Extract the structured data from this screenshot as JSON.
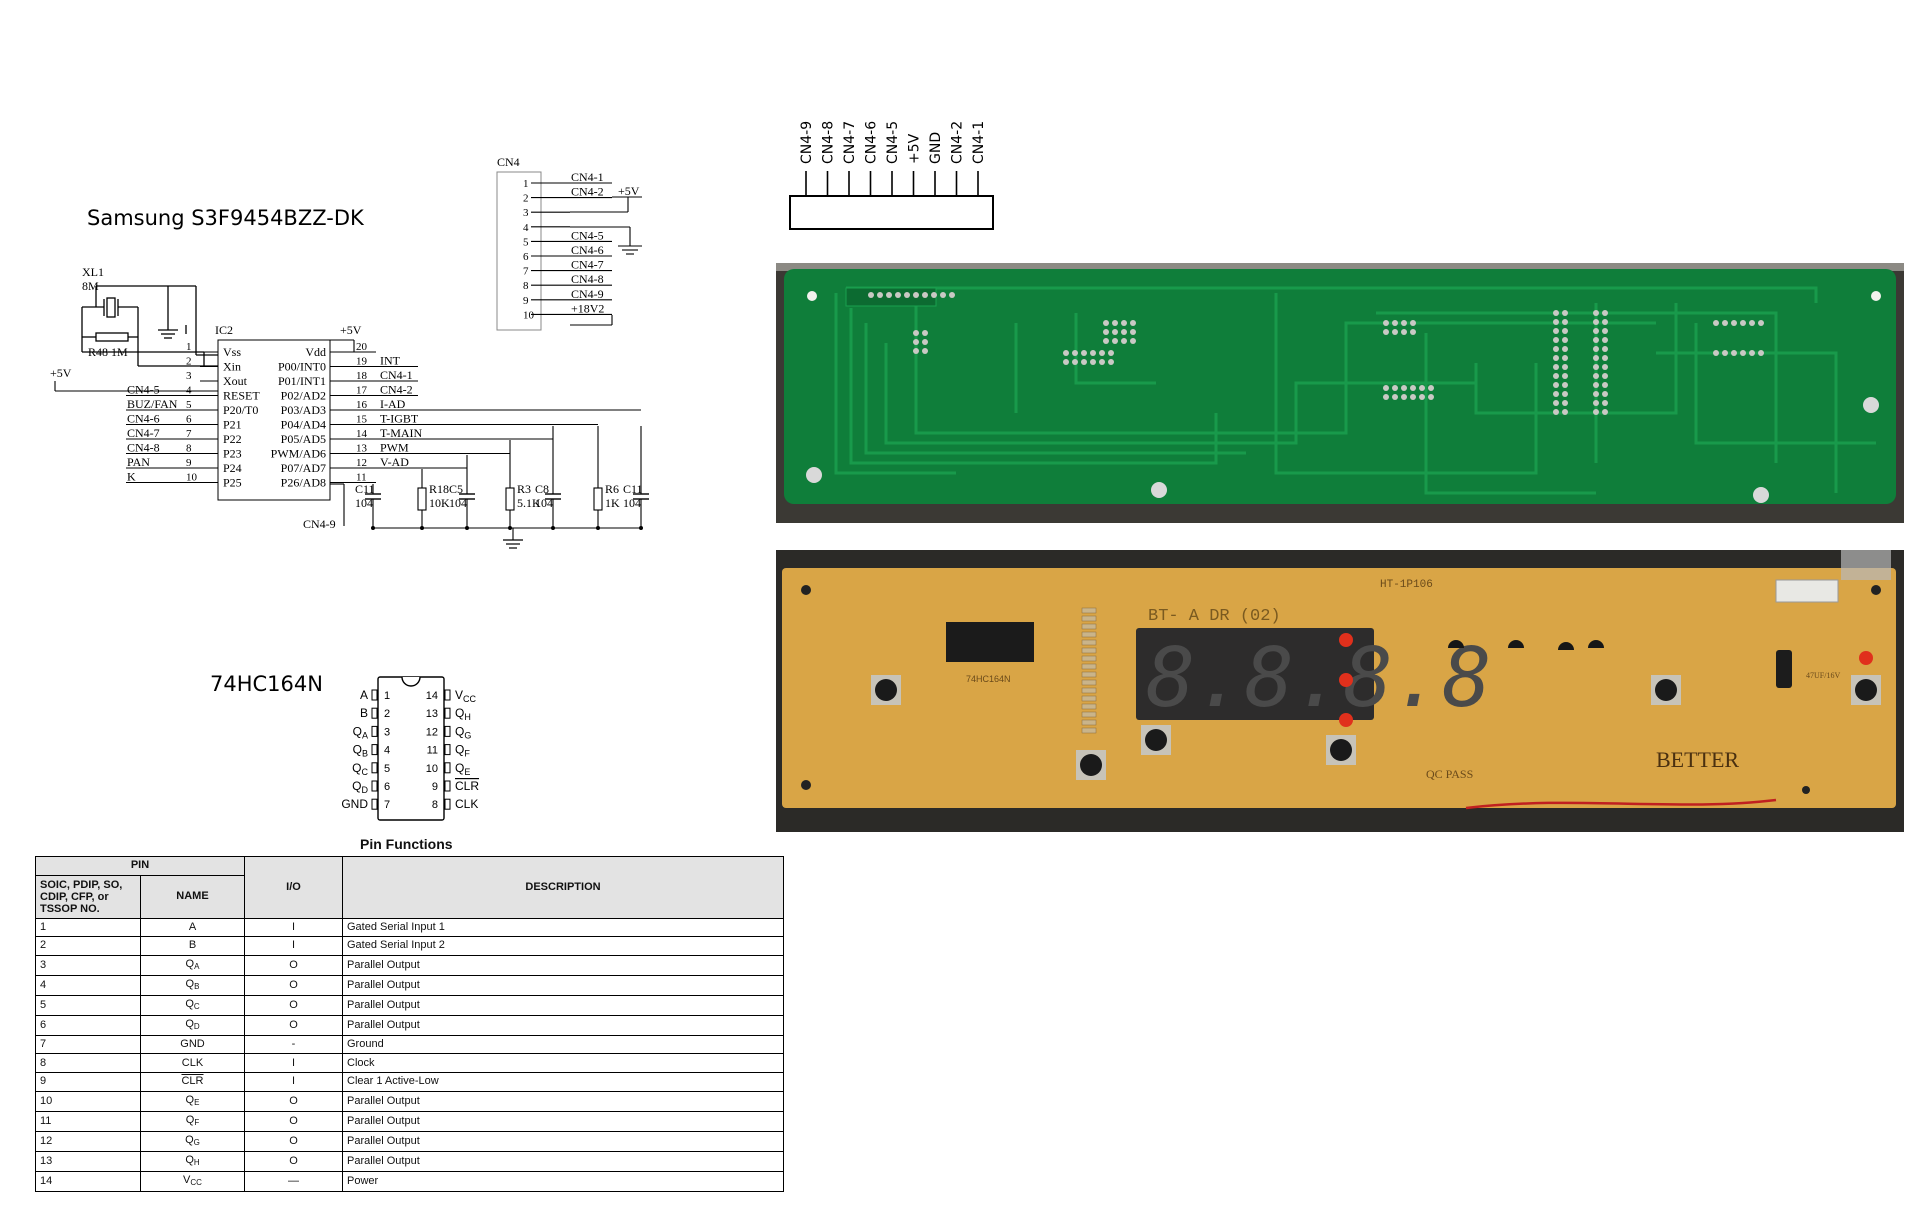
{
  "mcu": {
    "title": "Samsung S3F9454BZZ-DK",
    "ic_ref": "IC2",
    "crystal_ref": "XL1",
    "crystal_val": "8M",
    "resistor": "R48 1M",
    "vcc_label": "+5V",
    "left_pins": [
      {
        "no": "1",
        "name": "Vss",
        "net": ""
      },
      {
        "no": "2",
        "name": "Xin",
        "net": ""
      },
      {
        "no": "3",
        "name": "Xout",
        "net": ""
      },
      {
        "no": "4",
        "name": "RESET",
        "net": "CN4-5"
      },
      {
        "no": "5",
        "name": "P20/T0",
        "net": "BUZ/FAN"
      },
      {
        "no": "6",
        "name": "P21",
        "net": "CN4-6"
      },
      {
        "no": "7",
        "name": "P22",
        "net": "CN4-7"
      },
      {
        "no": "8",
        "name": "P23",
        "net": "CN4-8"
      },
      {
        "no": "9",
        "name": "P24",
        "net": "PAN"
      },
      {
        "no": "10",
        "name": "P25",
        "net": "K"
      }
    ],
    "right_pins": [
      {
        "no": "20",
        "name": "Vdd",
        "net": "+5V"
      },
      {
        "no": "19",
        "name": "P00/INT0",
        "net": "INT"
      },
      {
        "no": "18",
        "name": "P01/INT1",
        "net": "CN4-1"
      },
      {
        "no": "17",
        "name": "P02/AD2",
        "net": "CN4-2"
      },
      {
        "no": "16",
        "name": "P03/AD3",
        "net": "I-AD"
      },
      {
        "no": "15",
        "name": "P04/AD4",
        "net": "T-IGBT"
      },
      {
        "no": "14",
        "name": "P05/AD5",
        "net": "T-MAIN"
      },
      {
        "no": "13",
        "name": "PWM/AD6",
        "net": "PWM"
      },
      {
        "no": "12",
        "name": "P07/AD7",
        "net": "V-AD"
      },
      {
        "no": "11",
        "name": "P26/AD8",
        "net": ""
      }
    ],
    "cn49_label": "CN4-9",
    "passives": [
      {
        "ref": "C11",
        "val": "104"
      },
      {
        "ref": "R18",
        "val": "10K"
      },
      {
        "ref": "C5",
        "val": "104"
      },
      {
        "ref": "R3",
        "val": "5.1K"
      },
      {
        "ref": "C8",
        "val": "104"
      },
      {
        "ref": "R6",
        "val": "1K"
      },
      {
        "ref": "C11",
        "val": "104"
      }
    ]
  },
  "cn4": {
    "ref": "CN4",
    "pins": [
      {
        "no": "1",
        "net": "CN4-1"
      },
      {
        "no": "2",
        "net": "CN4-2"
      },
      {
        "no": "3",
        "net": ""
      },
      {
        "no": "4",
        "net": ""
      },
      {
        "no": "5",
        "net": "CN4-5"
      },
      {
        "no": "6",
        "net": "CN4-6"
      },
      {
        "no": "7",
        "net": "CN4-7"
      },
      {
        "no": "8",
        "net": "CN4-8"
      },
      {
        "no": "9",
        "net": "CN4-9"
      },
      {
        "no": "10",
        "net": "+18V2"
      }
    ],
    "vcc_label": "+5V"
  },
  "header_labels": [
    "CN4-9",
    "CN4-8",
    "CN4-7",
    "CN4-6",
    "CN4-5",
    "+5V",
    "GND",
    "CN4-2",
    "CN4-1"
  ],
  "ic164": {
    "title": "74HC164N",
    "left": [
      {
        "no": "1",
        "name": "A",
        "sub": ""
      },
      {
        "no": "2",
        "name": "B",
        "sub": ""
      },
      {
        "no": "3",
        "name": "Q",
        "sub": "A"
      },
      {
        "no": "4",
        "name": "Q",
        "sub": "B"
      },
      {
        "no": "5",
        "name": "Q",
        "sub": "C"
      },
      {
        "no": "6",
        "name": "Q",
        "sub": "D"
      },
      {
        "no": "7",
        "name": "GND",
        "sub": ""
      }
    ],
    "right": [
      {
        "no": "14",
        "name": "V",
        "sub": "CC"
      },
      {
        "no": "13",
        "name": "Q",
        "sub": "H"
      },
      {
        "no": "12",
        "name": "Q",
        "sub": "G"
      },
      {
        "no": "11",
        "name": "Q",
        "sub": "F"
      },
      {
        "no": "10",
        "name": "Q",
        "sub": "E"
      },
      {
        "no": "9",
        "name": "CLR",
        "sub": ""
      },
      {
        "no": "8",
        "name": "CLK",
        "sub": ""
      }
    ]
  },
  "pin_table": {
    "title": "Pin Functions",
    "header_group": "PIN",
    "col_no": "SOIC, PDIP, SO, CDIP, CFP, or TSSOP NO.",
    "col_name": "NAME",
    "col_io": "I/O",
    "col_desc": "DESCRIPTION",
    "rows": [
      {
        "no": "1",
        "name": "A",
        "sub": "",
        "ovl": false,
        "io": "I",
        "desc": "Gated Serial Input 1"
      },
      {
        "no": "2",
        "name": "B",
        "sub": "",
        "ovl": false,
        "io": "I",
        "desc": "Gated Serial Input 2"
      },
      {
        "no": "3",
        "name": "Q",
        "sub": "A",
        "ovl": false,
        "io": "O",
        "desc": "Parallel Output"
      },
      {
        "no": "4",
        "name": "Q",
        "sub": "B",
        "ovl": false,
        "io": "O",
        "desc": "Parallel Output"
      },
      {
        "no": "5",
        "name": "Q",
        "sub": "C",
        "ovl": false,
        "io": "O",
        "desc": "Parallel Output"
      },
      {
        "no": "6",
        "name": "Q",
        "sub": "D",
        "ovl": false,
        "io": "O",
        "desc": "Parallel Output"
      },
      {
        "no": "7",
        "name": "GND",
        "sub": "",
        "ovl": false,
        "io": "-",
        "desc": "Ground"
      },
      {
        "no": "8",
        "name": "CLK",
        "sub": "",
        "ovl": false,
        "io": "I",
        "desc": "Clock"
      },
      {
        "no": "9",
        "name": "CLR",
        "sub": "",
        "ovl": true,
        "io": "I",
        "desc": "Clear 1 Active-Low"
      },
      {
        "no": "10",
        "name": "Q",
        "sub": "E",
        "ovl": false,
        "io": "O",
        "desc": "Parallel Output"
      },
      {
        "no": "11",
        "name": "Q",
        "sub": "F",
        "ovl": false,
        "io": "O",
        "desc": "Parallel Output"
      },
      {
        "no": "12",
        "name": "Q",
        "sub": "G",
        "ovl": false,
        "io": "O",
        "desc": "Parallel Output"
      },
      {
        "no": "13",
        "name": "Q",
        "sub": "H",
        "ovl": false,
        "io": "O",
        "desc": "Parallel Output"
      },
      {
        "no": "14",
        "name": "V",
        "sub": "CC",
        "ovl": false,
        "io": "—",
        "desc": "Power"
      }
    ]
  },
  "board": {
    "model": "BT-      A DR (02)",
    "pcb_code": "HT-1P106",
    "brand": "BETTER",
    "qc": "QC PASS",
    "display_digits": "8.8.8.8",
    "ic_label": "74HC164N",
    "cap_label": "47UF/16V",
    "colors": {
      "pcb_green": "#0f7e3a",
      "pcb_yellow": "#d9a546",
      "led_red": "#e0301c"
    }
  }
}
